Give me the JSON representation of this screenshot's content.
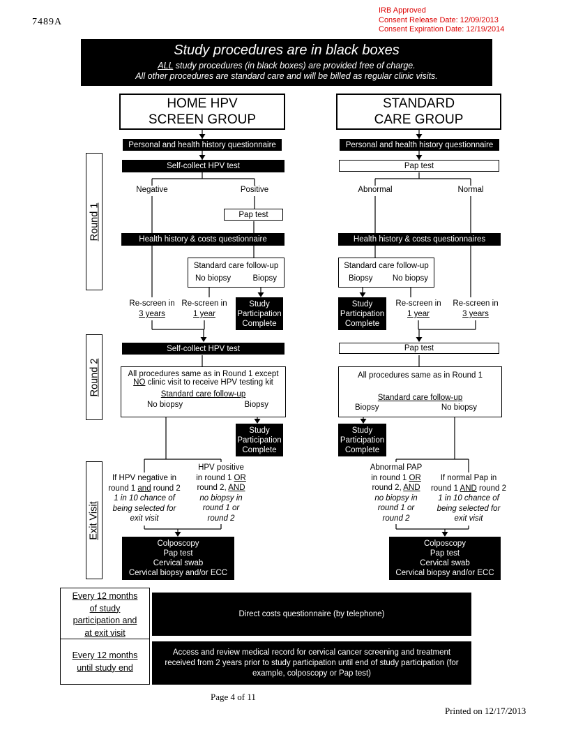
{
  "doc": {
    "number": "7489A",
    "irb_line1": "IRB Approved",
    "irb_line2": "Consent Release Date: 12/09/2013",
    "irb_line3": "Consent Expiration Date: 12/19/2014",
    "page_number": "Page 4 of 11",
    "printed": "Printed on 12/17/2013",
    "red_color": "#dd0000"
  },
  "banner": {
    "title": "Study procedures are in black boxes",
    "line1_underlined": "ALL",
    "line1_rest": " study procedures (in black boxes) are provided free of charge.",
    "line2": "All other procedures are standard care and will be billed as regular clinic visits."
  },
  "side_labels": {
    "round1": "Round 1",
    "round2": "Round 2",
    "exit": "Exit Visit"
  },
  "shared": {
    "spc": "Study\nParticipation\nComplete",
    "exit_procedures": "Colposcopy\nPap test\nCervical swab\nCervical biopsy and/or ECC",
    "rescreen": "Re-screen in",
    "y1": "1 year",
    "y3": "3 years",
    "followup_title": "Standard care follow-up",
    "no_biopsy": "No biopsy",
    "biopsy": "Biopsy"
  },
  "home": {
    "title": "HOME HPV\nSCREEN GROUP",
    "personal_q": "Personal and health history questionnaire",
    "round1_test": "Self-collect HPV test",
    "negative": "Negative",
    "positive": "Positive",
    "pap_test": "Pap test",
    "health_q": "Health history & costs questionnaire",
    "round2_test": "Self-collect HPV test",
    "round2_line1": "All procedures same as in Round 1 except",
    "round2_line2_u": "NO",
    "round2_line2_rest": " clinic visit to receive HPV testing kit",
    "exit_left": {
      "l1": "If HPV negative in",
      "l2a": "round 1 ",
      "l2u": "and",
      "l2b": " round 2",
      "i1": "1 in 10 chance of",
      "i2": "being selected for",
      "i3": "exit visit"
    },
    "exit_right": {
      "l1": "HPV positive",
      "l2a": "in round 1 ",
      "l2u": "OR",
      "l3a": "round 2, ",
      "l3u": "AND",
      "i1": "no biopsy in",
      "i2": "round 1 or",
      "i3": "round 2"
    }
  },
  "standard": {
    "title": "STANDARD\nCARE GROUP",
    "personal_q": "Personal and health history questionnaire",
    "round1_test": "Pap test",
    "abnormal": "Abnormal",
    "normal": "Normal",
    "health_q": "Health history & costs questionnaires",
    "round2_test": "Pap test",
    "round2_line1": "All procedures same as in Round 1",
    "exit_left": {
      "l1": "Abnormal PAP",
      "l2a": "in round 1 ",
      "l2u": "OR",
      "l3a": "round 2, ",
      "l3u": "AND",
      "i1": "no biopsy in",
      "i2": "round 1 or",
      "i3": "round 2"
    },
    "exit_right": {
      "l1": "If normal Pap in",
      "l2a": "round 1 ",
      "l2u": "AND",
      "l2b": " round 2",
      "i1": "1 in 10 chance of",
      "i2": "being selected for",
      "i3": "exit visit"
    }
  },
  "legend": {
    "row1_label": "Every 12 months\nof study\nparticipation and\nat exit visit",
    "row1_text": "Direct costs questionnaire (by telephone)",
    "row2_label": "Every 12 months\nuntil study end",
    "row2_text": "Access and review medical record for cervical cancer screening and treatment received from 2 years prior to study participation until end of study participation (for example, colposcopy or Pap test)"
  }
}
